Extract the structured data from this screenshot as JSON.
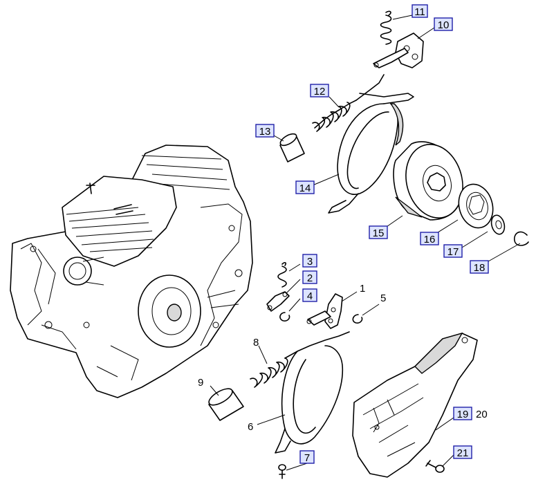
{
  "callouts": [
    {
      "id": "c1",
      "number": "1",
      "boxed": false
    },
    {
      "id": "c2",
      "number": "2",
      "boxed": true
    },
    {
      "id": "c3",
      "number": "3",
      "boxed": true
    },
    {
      "id": "c4",
      "number": "4",
      "boxed": true
    },
    {
      "id": "c5",
      "number": "5",
      "boxed": false
    },
    {
      "id": "c6",
      "number": "6",
      "boxed": false
    },
    {
      "id": "c7",
      "number": "7",
      "boxed": true
    },
    {
      "id": "c8",
      "number": "8",
      "boxed": false
    },
    {
      "id": "c9",
      "number": "9",
      "boxed": false
    },
    {
      "id": "c10",
      "number": "10",
      "boxed": true
    },
    {
      "id": "c11",
      "number": "11",
      "boxed": true
    },
    {
      "id": "c12",
      "number": "12",
      "boxed": true
    },
    {
      "id": "c13",
      "number": "13",
      "boxed": true
    },
    {
      "id": "c14",
      "number": "14",
      "boxed": true
    },
    {
      "id": "c15",
      "number": "15",
      "boxed": true
    },
    {
      "id": "c16",
      "number": "16",
      "boxed": true
    },
    {
      "id": "c17",
      "number": "17",
      "boxed": true
    },
    {
      "id": "c18",
      "number": "18",
      "boxed": true
    },
    {
      "id": "c19",
      "number": "19",
      "boxed": true
    },
    {
      "id": "c20",
      "number": "20",
      "boxed": false
    },
    {
      "id": "c21",
      "number": "21",
      "boxed": true
    }
  ],
  "colors": {
    "line": "#000000",
    "label_fill": "#dde4ff",
    "label_border": "#1f1fa8",
    "background": "#ffffff"
  }
}
